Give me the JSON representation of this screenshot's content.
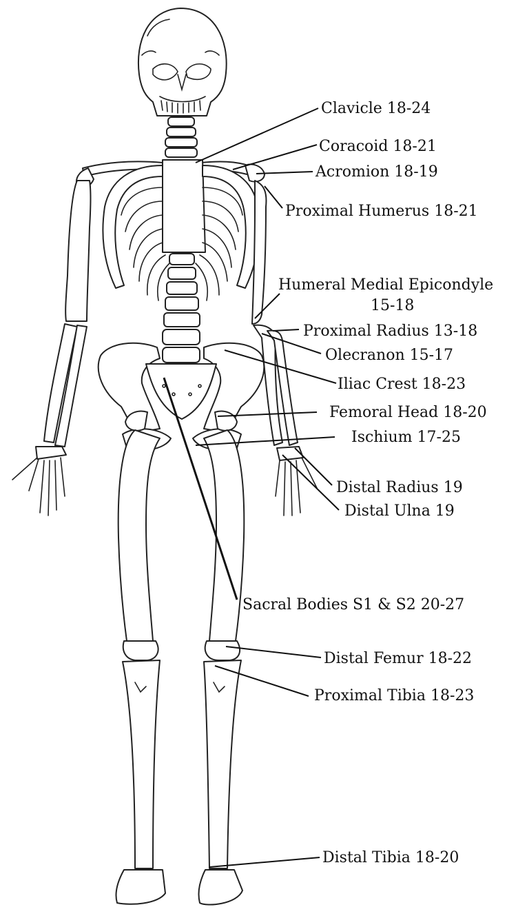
{
  "labels": {
    "clavicle": "Clavicle 18-24",
    "coracoid": "Coracoid 18-21",
    "acromion": "Acromion 18-19",
    "proximal_humerus": "Proximal Humerus 18-21",
    "humeral_medial_epicondyle_line1": "Humeral Medial Epicondyle",
    "humeral_medial_epicondyle_line2": "15-18",
    "proximal_radius": "Proximal Radius 13-18",
    "olecranon": "Olecranon 15-17",
    "iliac_crest": "Iliac Crest 18-23",
    "femoral_head": "Femoral Head 18-20",
    "ischium": "Ischium 17-25",
    "distal_radius": "Distal Radius 19",
    "distal_ulna": "Distal Ulna 19",
    "sacral_bodies": "Sacral Bodies S1 & S2 20-27",
    "distal_femur": "Distal Femur 18-22",
    "proximal_tibia": "Proximal Tibia 18-23",
    "distal_tibia": "Distal Tibia 18-20"
  }
}
